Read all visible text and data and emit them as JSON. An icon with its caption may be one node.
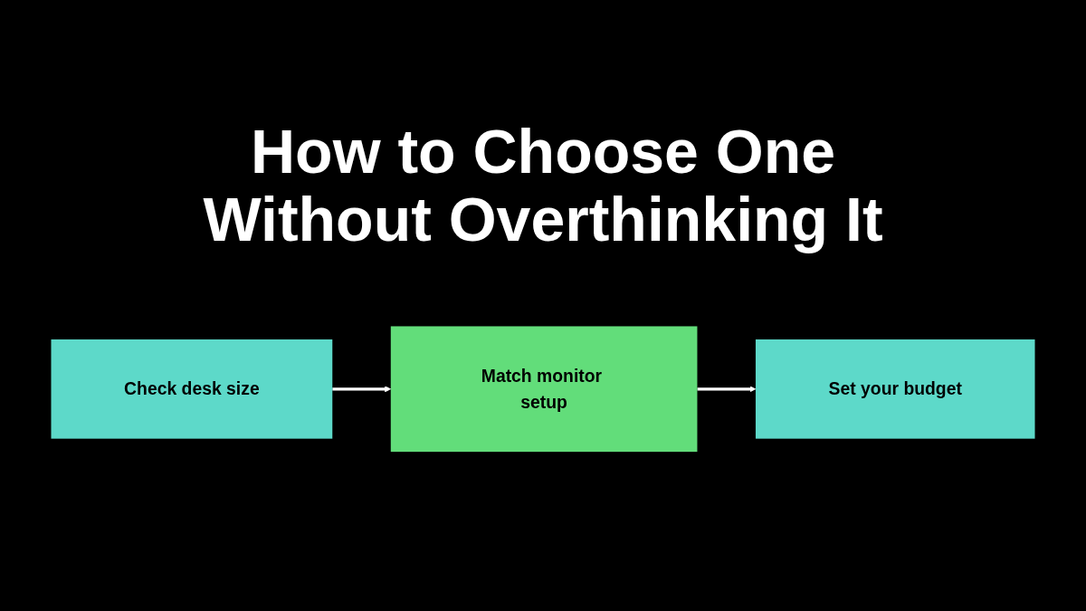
{
  "diagram": {
    "title": "How to Choose One Without Overthinking It",
    "nodes": [
      {
        "text": [
          "Check desk size"
        ]
      },
      {
        "text": [
          "Match monitor setup"
        ]
      },
      {
        "text": [
          "Set your budget"
        ]
      }
    ],
    "edges": [
      {
        "from": 0,
        "to": 1,
        "arrow": "to"
      },
      {
        "from": 1,
        "to": 2,
        "arrow": "to"
      }
    ]
  }
}
